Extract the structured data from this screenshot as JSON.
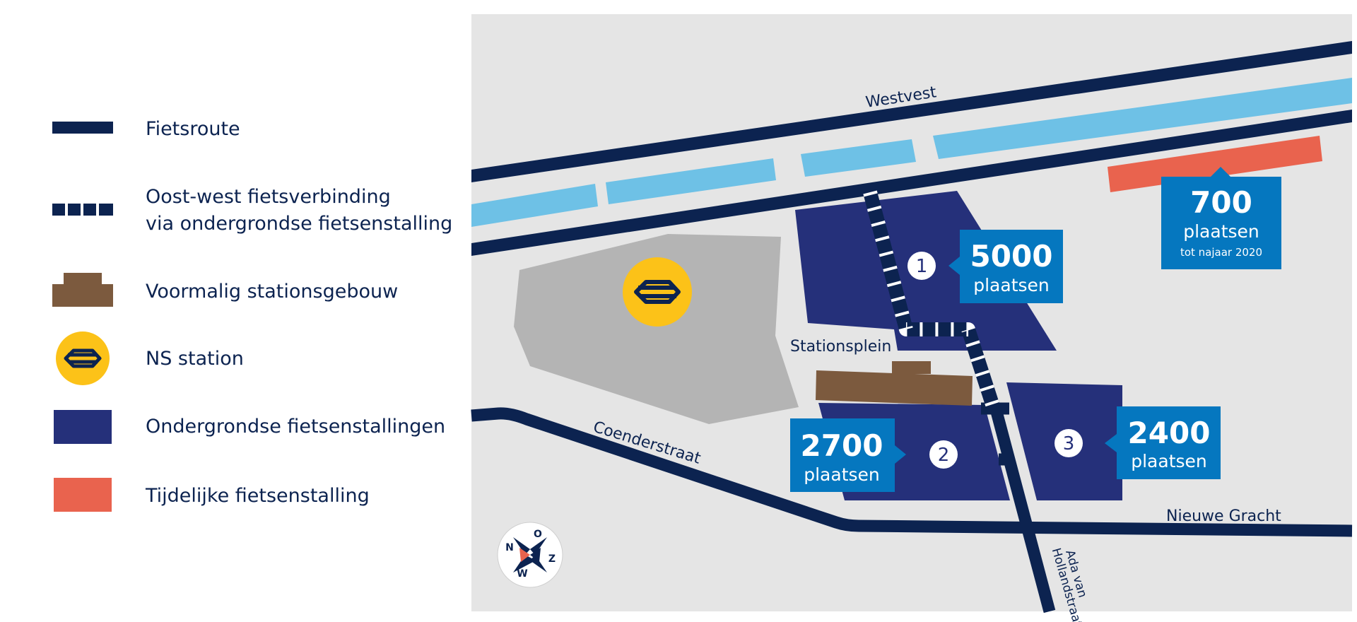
{
  "legend": {
    "items": [
      {
        "label": "Fietsroute",
        "icon": "cycle-route-line-icon"
      },
      {
        "label": "Oost-west fietsverbinding",
        "label2": "via ondergrondse fietsenstalling",
        "icon": "dashed-route-icon"
      },
      {
        "label": "Voormalig stationsgebouw",
        "icon": "station-building-icon"
      },
      {
        "label": "NS station",
        "icon": "ns-logo-icon"
      },
      {
        "label": "Ondergrondse fietsenstallingen",
        "icon": "underground-parking-icon"
      },
      {
        "label": "Tijdelijke fietsenstalling",
        "icon": "temporary-parking-icon"
      }
    ]
  },
  "map": {
    "streets": {
      "westvest": "Westvest",
      "coenderstraat": "Coenderstraat",
      "stationsplein": "Stationsplein",
      "nieuwe_gracht": "Nieuwe Gracht",
      "ada_line1": "Ada van",
      "ada_line2": "Hollandstraat"
    },
    "parkings": [
      {
        "number": "1",
        "capacity": "5000",
        "unit": "plaatsen"
      },
      {
        "number": "2",
        "capacity": "2700",
        "unit": "plaatsen"
      },
      {
        "number": "3",
        "capacity": "2400",
        "unit": "plaatsen"
      }
    ],
    "temporary": {
      "capacity": "700",
      "unit": "plaatsen",
      "note": "tot najaar 2020"
    },
    "compass": {
      "n": "N",
      "o": "O",
      "z": "Z",
      "w": "W"
    }
  },
  "colors": {
    "navy": "#0c2350",
    "parking": "#25307a",
    "label_blue": "#0577bf",
    "rail": "#6ec1e6",
    "temporary": "#e9634e",
    "building": "#7c5a3e",
    "ns_yellow": "#fcc218",
    "station_grey": "#b4b4b4",
    "map_bg": "#e5e5e5"
  }
}
